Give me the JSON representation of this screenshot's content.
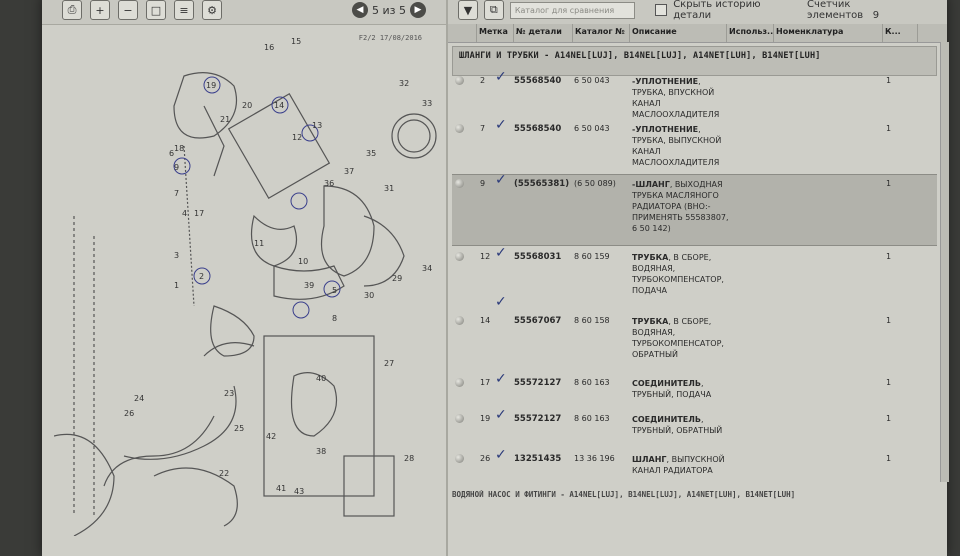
{
  "left_pane": {
    "pager_text": "5 из 5",
    "stamp": "F2/2    17/08/2016",
    "diagram_labels": [
      "16",
      "15",
      "19",
      "20",
      "14",
      "13",
      "12",
      "21",
      "32",
      "33",
      "9",
      "6",
      "7",
      "4",
      "35",
      "37",
      "36",
      "3",
      "11",
      "31",
      "10",
      "1",
      "2",
      "39",
      "5",
      "34",
      "29",
      "30",
      "27",
      "28",
      "24",
      "23",
      "25",
      "22",
      "26",
      "40",
      "42",
      "41",
      "43",
      "18",
      "17",
      "8",
      "38"
    ]
  },
  "toolbar": {
    "search_placeholder": "Каталог для сравнения",
    "history_label": "Скрыть историю детали",
    "counter_label": "Счетчик элементов",
    "counter_value": "9"
  },
  "table": {
    "headers": [
      "Метка",
      "№ детали",
      "Каталог №",
      "Описание",
      "Использ...",
      "Номенклатура",
      "К..."
    ],
    "group_title": "ШЛАНГИ И ТРУБКИ - A14NEL[LUJ], B14NEL[LUJ], A14NET[LUH], B14NET[LUH]",
    "rows": [
      {
        "pos": "2",
        "part": "55568540",
        "catalog": "6 50 043",
        "title": "-УПЛОТНЕНИЕ",
        "rest": ", ТРУБКА, ВПУСКНОЙ КАНАЛ МАСЛООХЛАДИТЕЛЯ",
        "qty": "1"
      },
      {
        "pos": "7",
        "part": "55568540",
        "catalog": "6 50 043",
        "title": "-УПЛОТНЕНИЕ",
        "rest": ", ТРУБКА, ВЫПУСКНОЙ КАНАЛ МАСЛООХЛАДИТЕЛЯ",
        "qty": "1"
      },
      {
        "pos": "9",
        "part": "(55565381)",
        "catalog": "(6 50 089)",
        "title": "-ШЛАНГ",
        "rest": ", ВЫХОДНАЯ ТРУБКА МАСЛЯНОГО РАДИАТОРА (ВНО:- ПРИМЕНЯТЬ 55583807, 6 50 142)",
        "qty": "1"
      },
      {
        "pos": "12",
        "part": "55568031",
        "catalog": "8 60 159",
        "title": "ТРУБКА",
        "rest": ", В СБОРЕ, ВОДЯНАЯ, ТУРБОКОМПЕНСАТОР, ПОДАЧА",
        "qty": "1"
      },
      {
        "pos": "14",
        "part": "55567067",
        "catalog": "8 60 158",
        "title": "ТРУБКА",
        "rest": ", В СБОРЕ, ВОДЯНАЯ, ТУРБОКОМПЕНСАТОР, ОБРАТНЫЙ",
        "qty": "1"
      },
      {
        "pos": "17",
        "part": "55572127",
        "catalog": "8 60 163",
        "title": "СОЕДИНИТЕЛЬ",
        "rest": ", ТРУБНЫЙ, ПОДАЧА",
        "qty": "1"
      },
      {
        "pos": "19",
        "part": "55572127",
        "catalog": "8 60 163",
        "title": "СОЕДИНИТЕЛЬ",
        "rest": ", ТРУБНЫЙ, ОБРАТНЫЙ",
        "qty": "1"
      },
      {
        "pos": "26",
        "part": "13251435",
        "catalog": "13 36 196",
        "title": "ШЛАНГ",
        "rest": ", ВЫПУСКНОЙ КАНАЛ РАДИАТОРА",
        "qty": "1"
      }
    ],
    "footer_group": "ВОДЯНОЙ НАСОС И ФИТИНГИ - A14NEL[LUJ], B14NEL[LUJ], A14NET[LUH], B14NET[LUH]"
  }
}
